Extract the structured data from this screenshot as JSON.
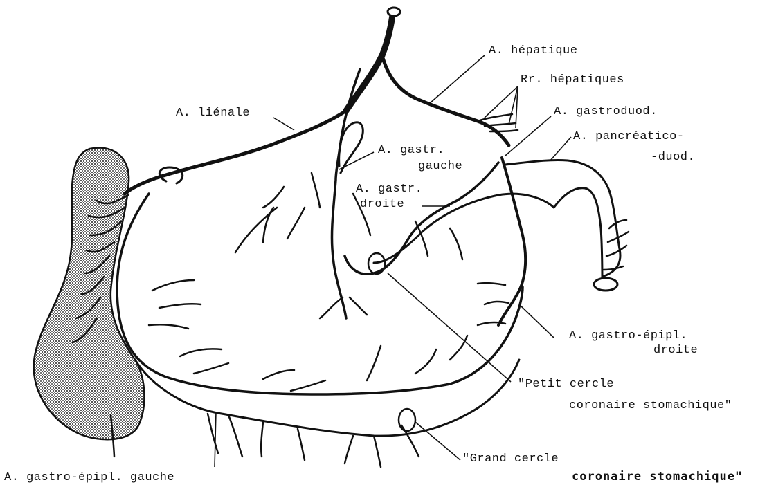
{
  "labels": {
    "hepatique": "A. hépatique",
    "rr_hepatiques": "Rr. hépatiques",
    "lienale": "A. liénale",
    "gastroduod": "A. gastroduod.",
    "pancreatico_1": "A. pancréatico-",
    "pancreatico_2": "-duod.",
    "gastr_gauche_1": "A. gastr.",
    "gastr_gauche_2": "gauche",
    "gastr_droite_1": "A. gastr.",
    "gastr_droite_2": "droite",
    "gastro_epipl_droite_1": "A. gastro-épipl.",
    "gastro_epipl_droite_2": "droite",
    "petit_cercle_1": "\"Petit cercle",
    "petit_cercle_2": "coronaire stomachique\"",
    "grand_cercle_1": "\"Grand cercle",
    "grand_cercle_2": "coronaire stomachique\"",
    "gastro_epipl_gauche": "A. gastro-épipl. gauche"
  },
  "colors": {
    "ink": "#111111",
    "spleen_fill": "#9a9a9a",
    "background": "#ffffff"
  }
}
